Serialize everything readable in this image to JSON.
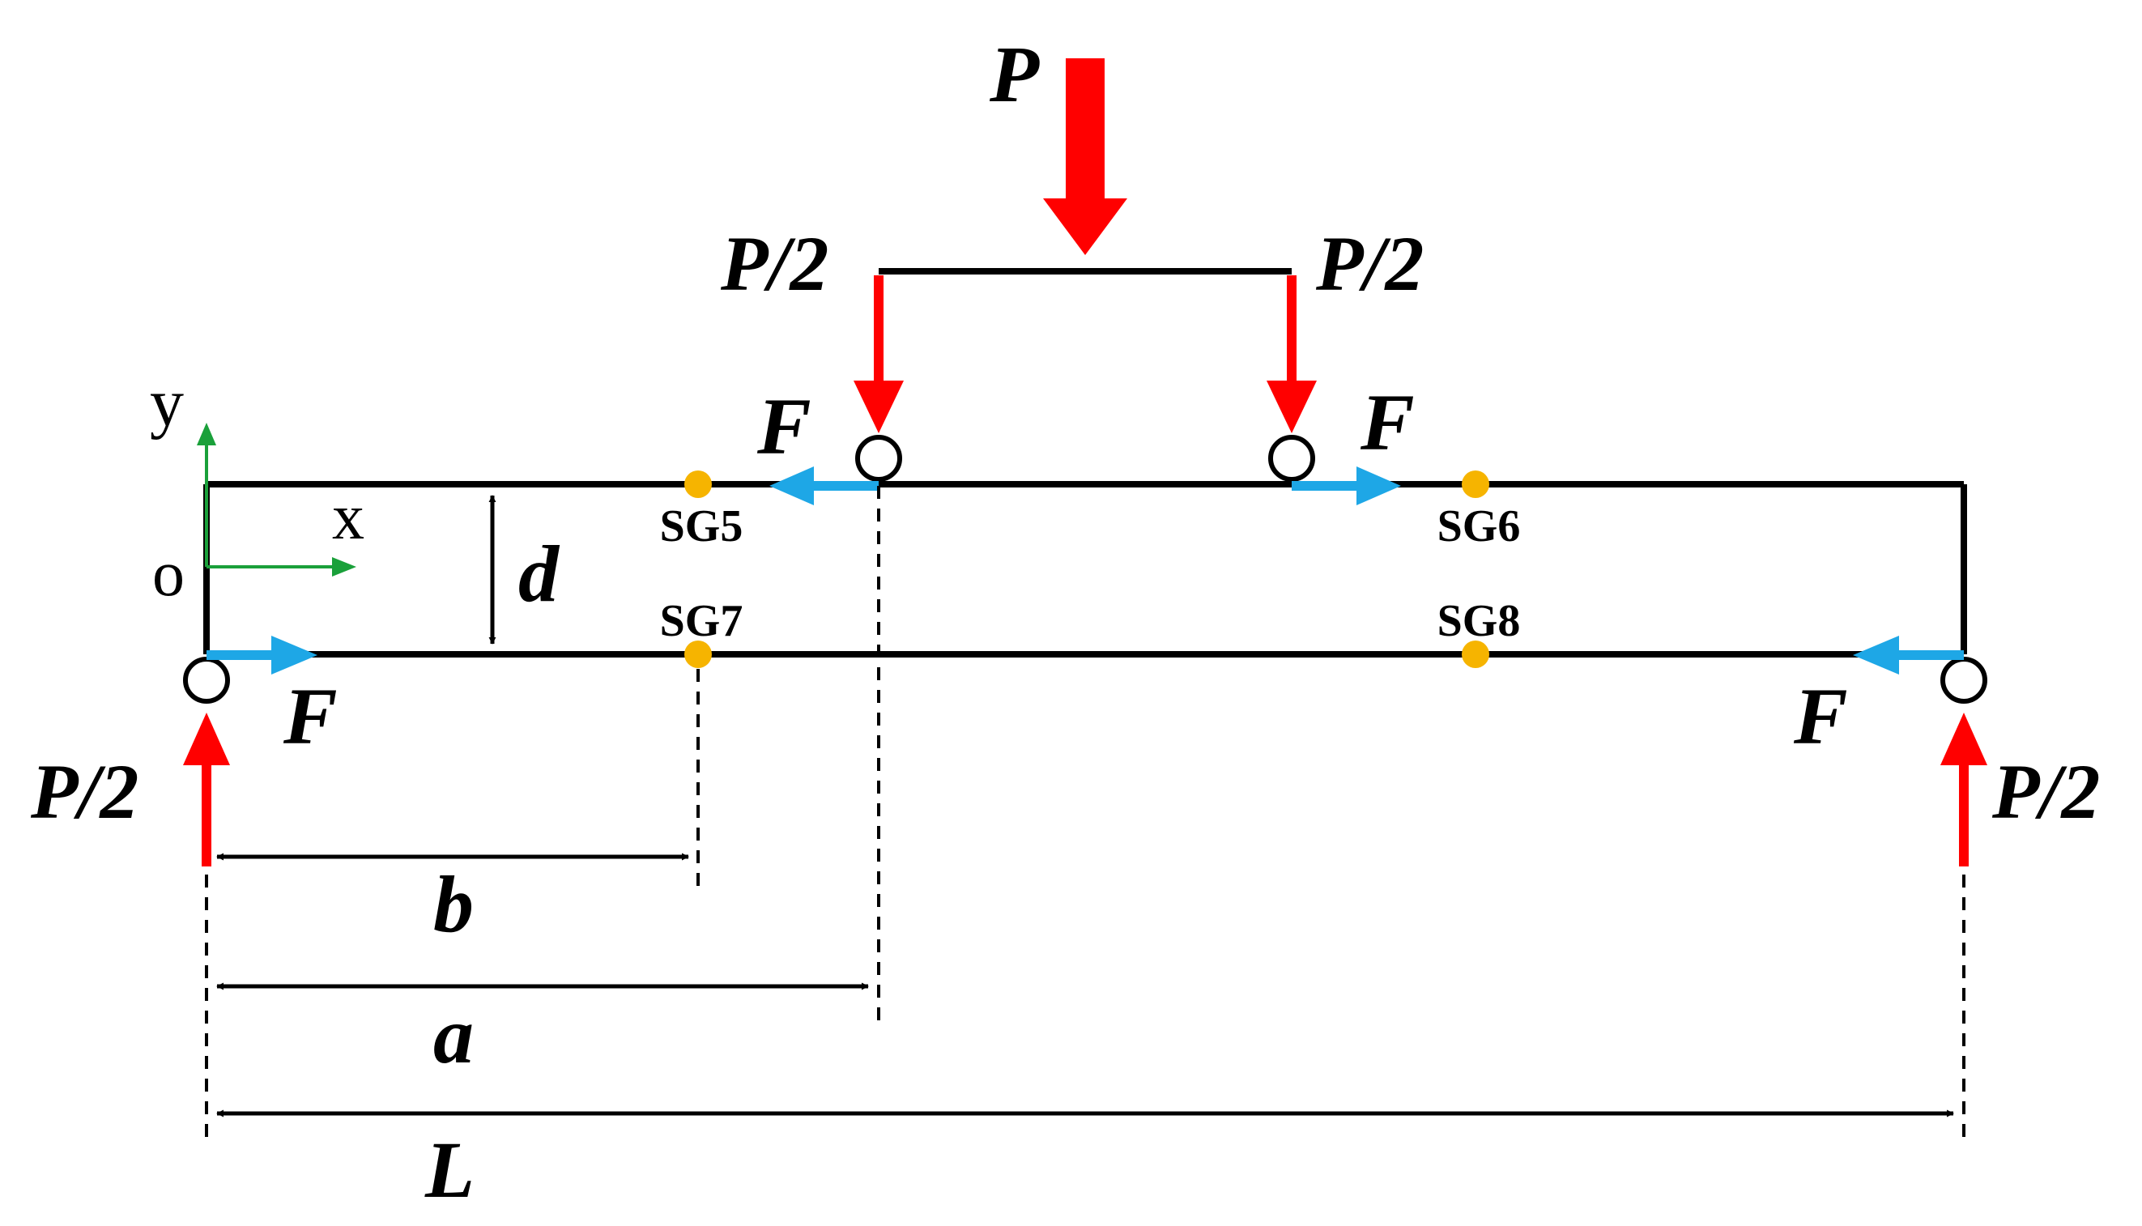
{
  "labels": {
    "total_load": "P",
    "half_load_left_top": "P/2",
    "half_load_right_top": "P/2",
    "reaction_left": "P/2",
    "reaction_right": "P/2",
    "force_top_left": "F",
    "force_top_right": "F",
    "force_bottom_left": "F",
    "force_bottom_right": "F",
    "axis_y": "y",
    "axis_x": "x",
    "origin": "o",
    "depth": "d",
    "dim_b": "b",
    "dim_a": "a",
    "dim_L": "L"
  },
  "strain_gauges": {
    "sg5": "SG5",
    "sg6": "SG6",
    "sg7": "SG7",
    "sg8": "SG8"
  },
  "colors": {
    "load": "#ff0000",
    "shear_force": "#1ea7e6",
    "axis": "#1aa03a",
    "gauge": "#f6b400",
    "line": "#000000"
  }
}
